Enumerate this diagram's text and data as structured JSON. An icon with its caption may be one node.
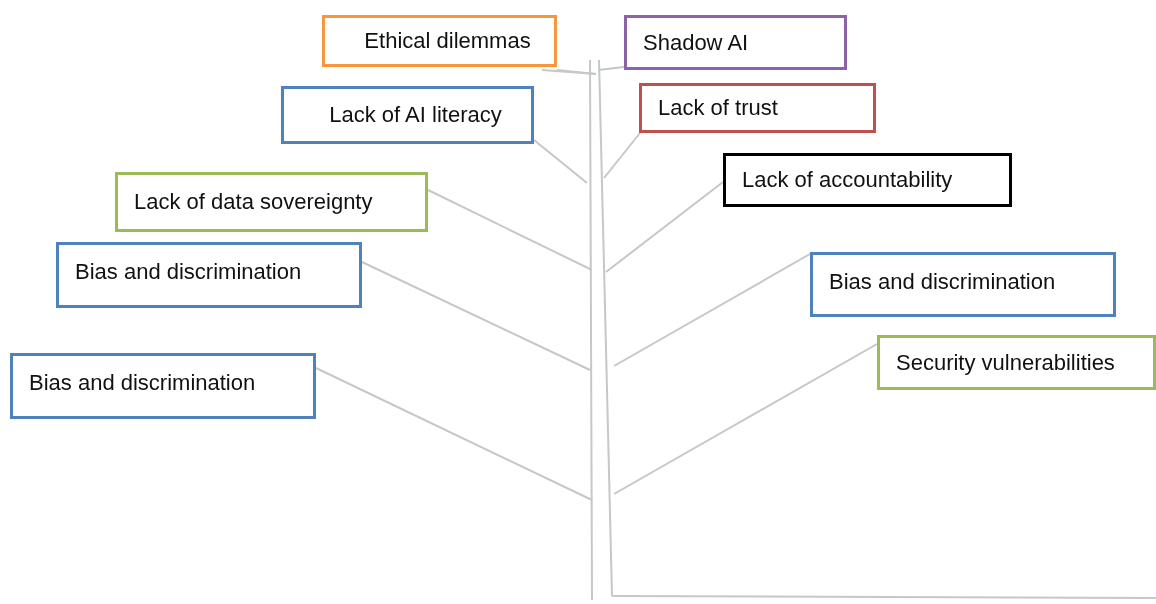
{
  "diagram": {
    "nodes": [
      {
        "text": [
          "Ethical dilemmas"
        ]
      },
      {
        "text": [
          "Shadow AI"
        ]
      },
      {
        "text": [
          "Lack of AI literacy"
        ]
      },
      {
        "text": [
          "Lack of trust"
        ]
      },
      {
        "text": [
          "Lack of accountability"
        ]
      },
      {
        "text": [
          "Lack of data sovereignty"
        ]
      },
      {
        "text": [
          "Bias and discrimination"
        ]
      },
      {
        "text": [
          "Bias and discrimination"
        ]
      },
      {
        "text": [
          "Security vulnerabilities"
        ]
      },
      {
        "text": [
          "Bias and discrimination"
        ]
      }
    ],
    "edges": [
      {
        "from": 0,
        "to": null,
        "arrow": "none"
      },
      {
        "from": 1,
        "to": null,
        "arrow": "none"
      },
      {
        "from": 2,
        "to": null,
        "arrow": "none"
      },
      {
        "from": 3,
        "to": null,
        "arrow": "none"
      },
      {
        "from": 4,
        "to": null,
        "arrow": "none"
      },
      {
        "from": 5,
        "to": null,
        "arrow": "none"
      },
      {
        "from": 6,
        "to": null,
        "arrow": "none"
      },
      {
        "from": 7,
        "to": null,
        "arrow": "none"
      },
      {
        "from": 8,
        "to": null,
        "arrow": "none"
      },
      {
        "from": 9,
        "to": null,
        "arrow": "none"
      }
    ]
  }
}
